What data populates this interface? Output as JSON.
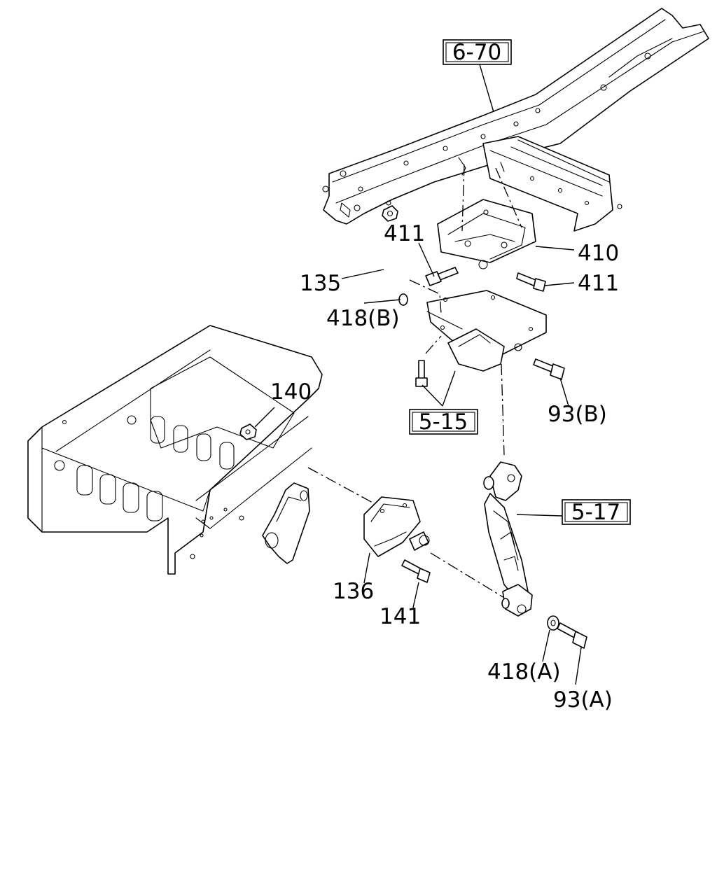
{
  "reference_labels": {
    "frame_ref": "6-70",
    "bracket_ref": "5-15",
    "linkage_ref": "5-17"
  },
  "part_labels": {
    "p411_top": "411",
    "p410": "410",
    "p411_right": "411",
    "p135": "135",
    "p418b": "418(B)",
    "p140": "140",
    "p93b": "93(B)",
    "p136": "136",
    "p141": "141",
    "p418a": "418(A)",
    "p93a": "93(A)"
  }
}
